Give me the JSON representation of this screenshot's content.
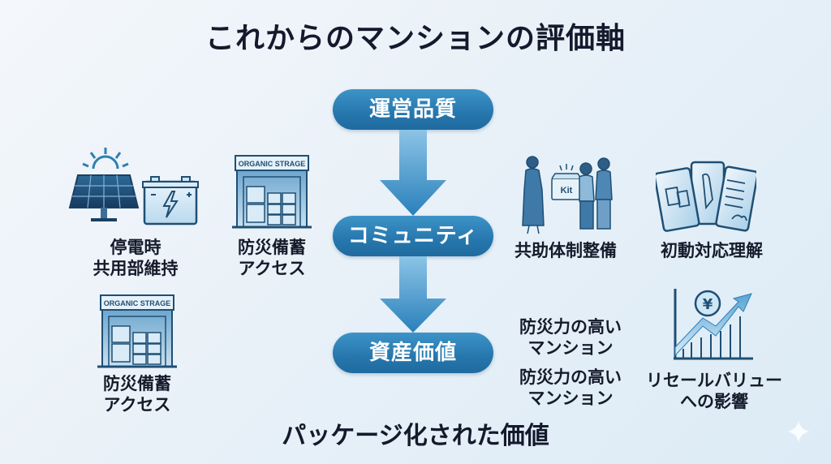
{
  "title": "これからのマンションの評価軸",
  "flow": {
    "steps": [
      "運営品質",
      "コミュニティ",
      "資産価値"
    ]
  },
  "left_items": [
    {
      "icon": "solar-panel-battery-icon",
      "line1": "停電時",
      "line2": "共用部維持"
    },
    {
      "icon": "storage-building-icon",
      "sign": "ORGANIC STRAGE",
      "line1": "防災備蓄",
      "line2": "アクセス"
    },
    {
      "icon": "storage-building-icon",
      "sign": "ORGANIC STRAGE",
      "line1": "防災備蓄",
      "line2": "アクセス"
    }
  ],
  "right_items": [
    {
      "icon": "people-sharing-kit-icon",
      "kit_label": "Kit",
      "line1": "共助体制整備"
    },
    {
      "icon": "documents-manual-icon",
      "line1": "初動対応理解"
    },
    {
      "line1": "防災力の高い",
      "line2": "マンション"
    },
    {
      "line1": "防災力の高い",
      "line2": "マンション"
    },
    {
      "icon": "yen-growth-chart-icon",
      "yen": "¥",
      "line1": "リセールバリュー",
      "line2": "への影響"
    }
  ],
  "bottom_caption": "パッケージ化された価値",
  "colors": {
    "pill": "#2677ad",
    "arrow": "#3a8fc6",
    "icon_dark": "#1f4f74",
    "text": "#141a2c"
  }
}
